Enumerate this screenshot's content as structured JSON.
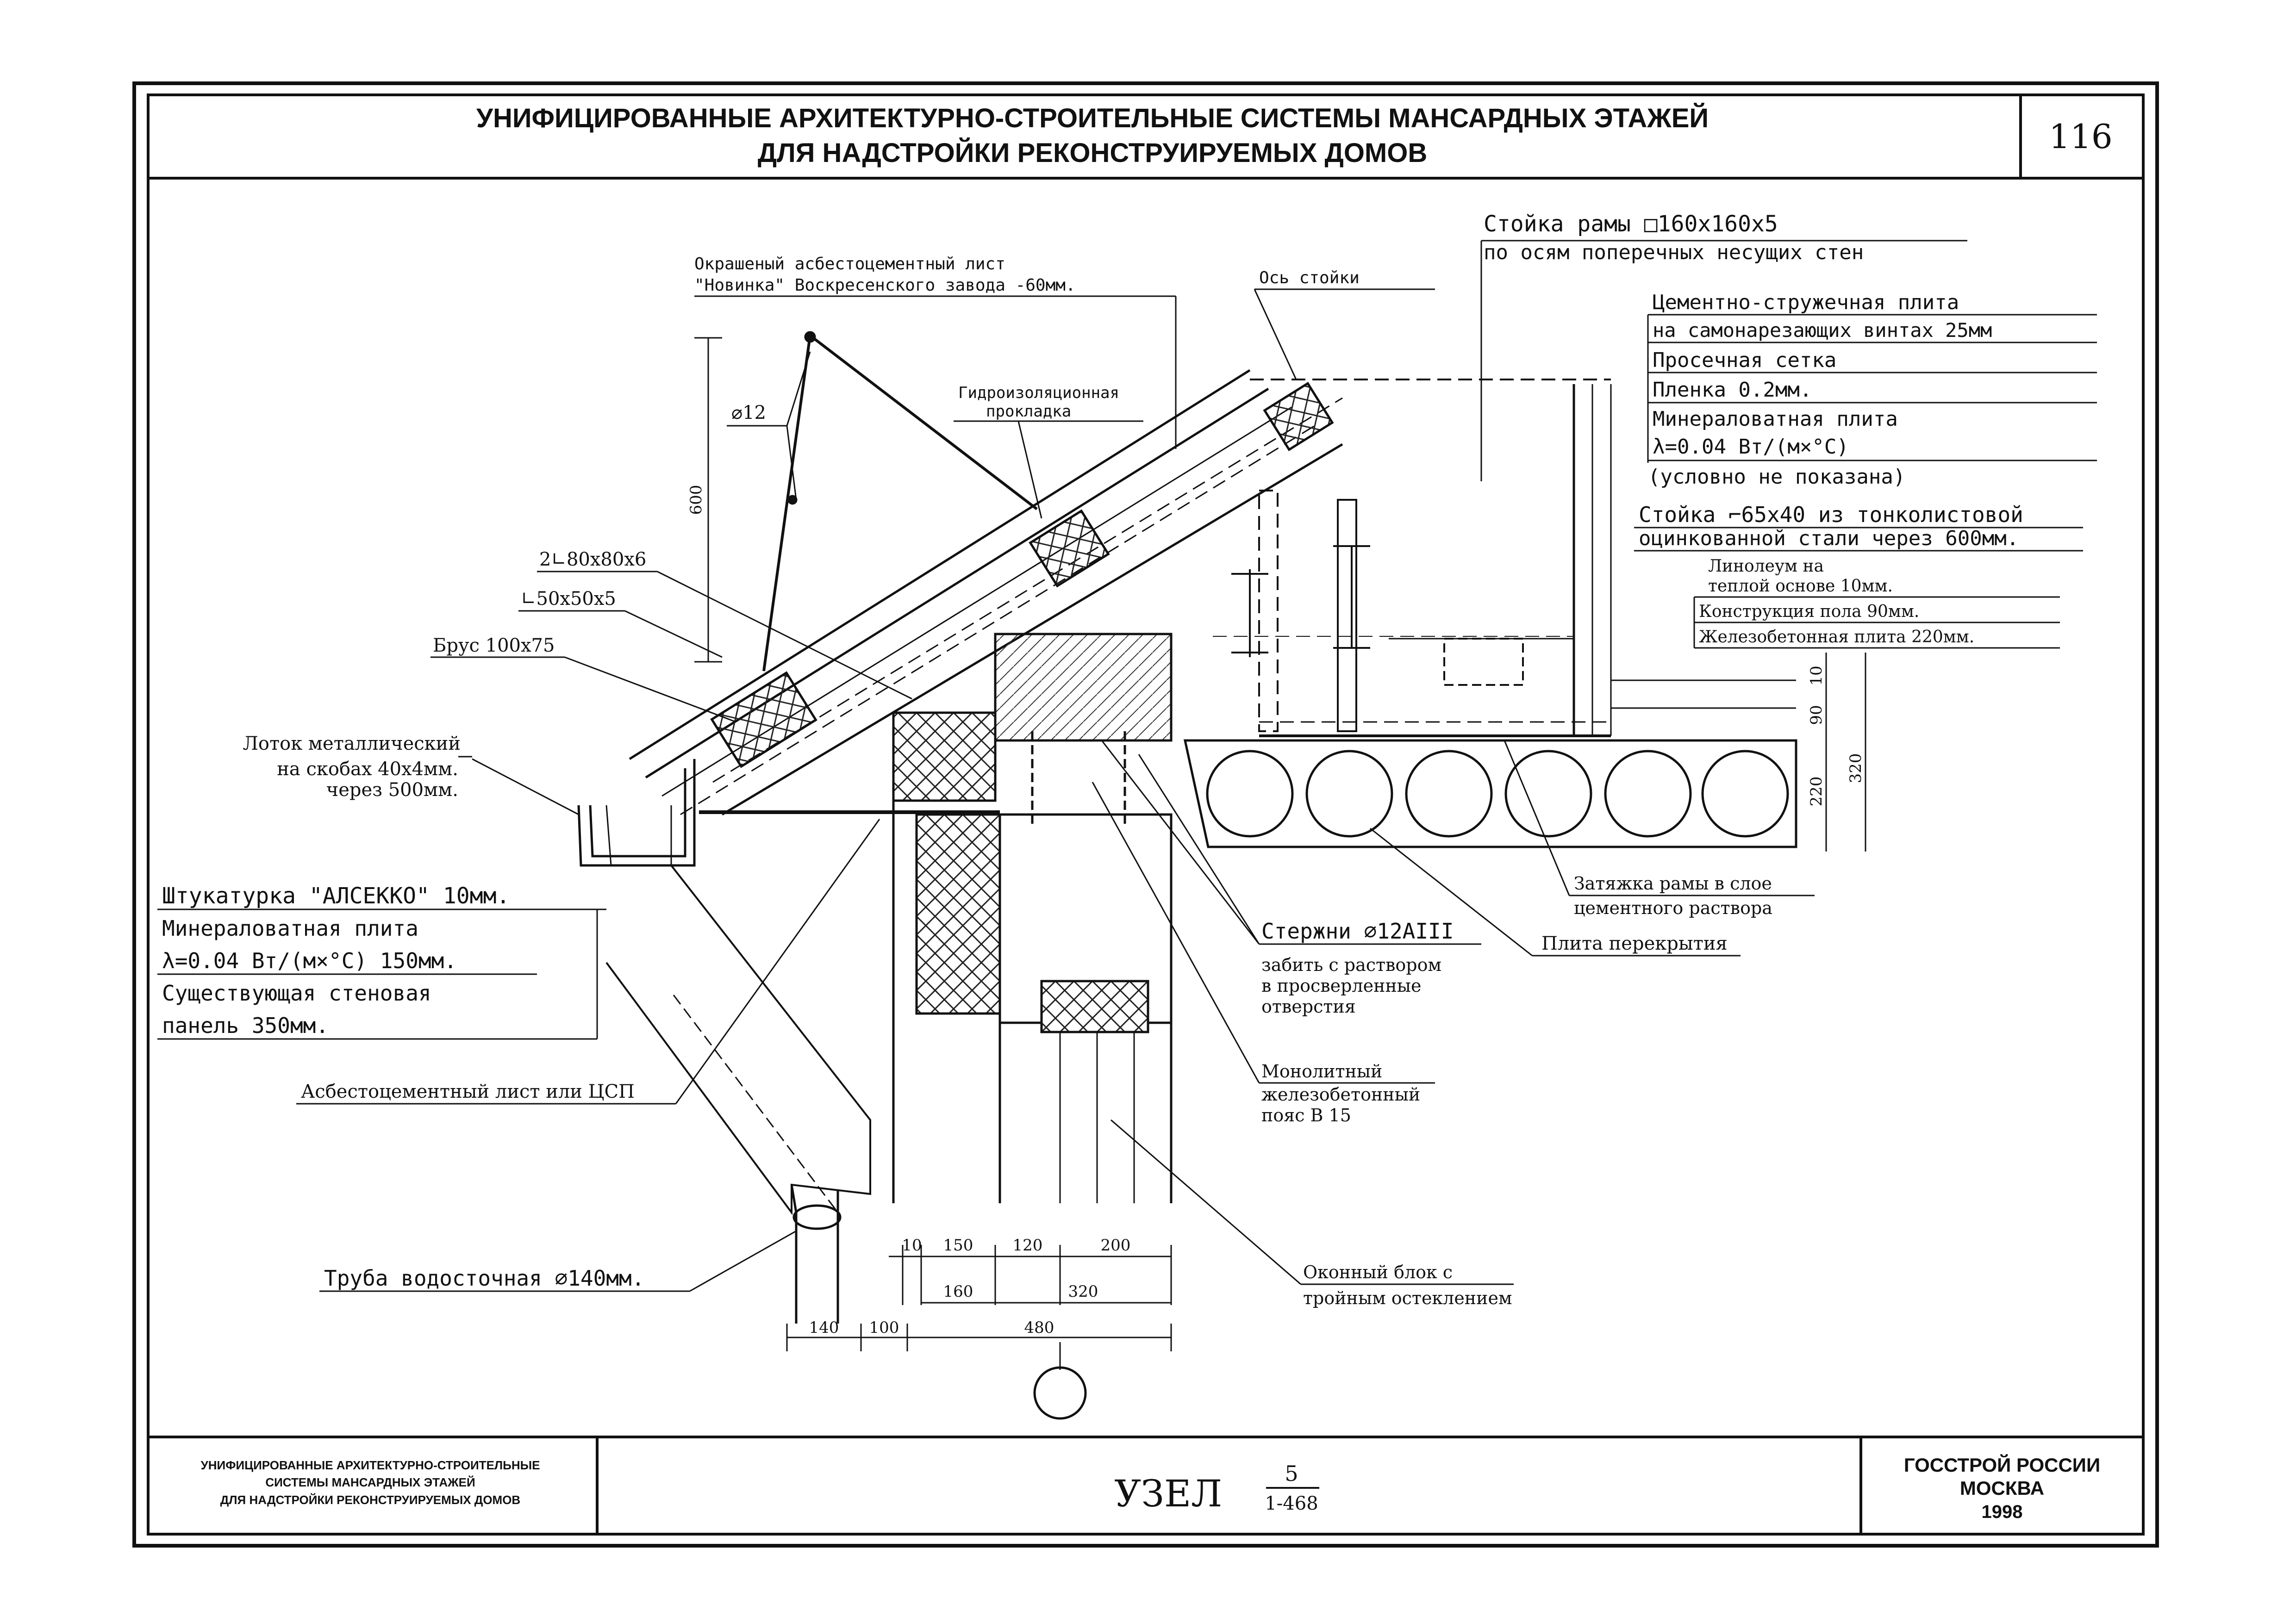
{
  "header": {
    "line1": "УНИФИЦИРОВАННЫЕ АРХИТЕКТУРНО-СТРОИТЕЛЬНЫЕ СИСТЕМЫ МАНСАРДНЫХ ЭТАЖЕЙ",
    "line2": "ДЛЯ НАДСТРОЙКИ РЕКОНСТРУИРУЕМЫХ ДОМОВ",
    "page_number": "116"
  },
  "labels": {
    "sheet_desc_1": "Окрашеный асбестоцементный лист",
    "sheet_desc_2": "\"Новинка\" Воскресенского завода -60мм.",
    "axis_post": "Ось стойки",
    "frame_post_1": "Стойка рамы □160х160х5",
    "frame_post_2": "по осям поперечных несущих стен",
    "waterproof_1": "Гидроизоляционная",
    "waterproof_2": "прокладка",
    "diam12": "⌀12",
    "dim600": "600",
    "angle_80": "2∟80х80х6",
    "angle_50": "∟50х50х5",
    "beam": "Брус 100х75",
    "gutter_1": "Лоток металлический",
    "gutter_2": "на скобах 40х4мм.",
    "gutter_3": "через 500мм.",
    "layers_right": [
      "Цементно-стружечная плита",
      "на самонарезающих винтах 25мм",
      "Просечная сетка",
      "Пленка                0.2мм.",
      "Минераловатная плита",
      "λ=0.04 Вт/(м×°С)",
      "(условно не показана)"
    ],
    "stud_1": "Стойка ⌐65х40 из тонколистовой",
    "stud_2": "оцинкованной стали через 600мм.",
    "floor_layers": [
      "Линолеум на",
      "теплой основе          10мм.",
      "Конструкция пола      90мм.",
      "Железобетонная плита  220мм."
    ],
    "floor_dims": [
      "10",
      "90",
      "220",
      "320"
    ],
    "wall_layers": [
      "Штукатурка \"АЛСЕККО\"  10мм.",
      "Минераловатная плита",
      "λ=0.04 Вт/(м×°С)      150мм.",
      "Существующая стеновая",
      "панель              350мм."
    ],
    "asbestos_sheet": "Асбестоцементный лист или ЦСП",
    "downpipe": "Труба водосточная ⌀140мм.",
    "tie_1": "Затяжка рамы в слое",
    "tie_2": "цементного раствора",
    "slab": "Плита перекрытия",
    "rods_1": "Стержни ⌀12АIII",
    "rods_2": "забить с раствором",
    "rods_3": "в просверленные",
    "rods_4": "отверстия",
    "belt_1": "Монолитный",
    "belt_2": "железобетонный",
    "belt_3": "пояс В 15",
    "window_1": "Оконный блок с",
    "window_2": "тройным остеклением"
  },
  "dimensions": {
    "row1": [
      "10",
      "150",
      "120",
      "200"
    ],
    "row2": [
      "160",
      "320"
    ],
    "row3": [
      "140",
      "100",
      "480"
    ]
  },
  "title_block": {
    "left_1": "УНИФИЦИРОВАННЫЕ АРХИТЕКТУРНО-СТРОИТЕЛЬНЫЕ",
    "left_2": "СИСТЕМЫ МАНСАРДНЫХ ЭТАЖЕЙ",
    "left_3": "ДЛЯ НАДСТРОЙКИ РЕКОНСТРУИРУЕМЫХ ДОМОВ",
    "center_label": "УЗЕЛ",
    "node_num": "5",
    "node_ref": "1-468",
    "right_1": "ГОССТРОЙ РОССИИ",
    "right_2": "МОСКВА",
    "right_3": "1998"
  }
}
